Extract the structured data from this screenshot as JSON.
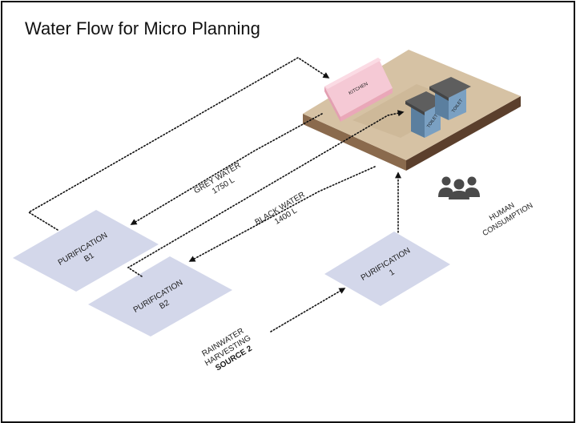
{
  "title": "Water Flow for Micro Planning",
  "labels": {
    "kitchen": "KITCHEN",
    "toilet_1": "TOILET",
    "toilet_2": "TOILET",
    "grey_water": "GREY WATER",
    "grey_volume": "1750 L",
    "black_water": "BLACK WATER",
    "black_volume": "1400 L",
    "human": "HUMAN",
    "consumption": "CONSUMPTION",
    "pur_b1_line1": "PURIFICATION",
    "pur_b1_line2": "B1",
    "pur_b2_line1": "PURIFICATION",
    "pur_b2_line2": "B2",
    "pur_1_line1": "PURIFICATION",
    "pur_1_line2": "1",
    "rain_line1": "RAINWATER",
    "rain_line2": "HARVESTING",
    "rain_line3": "SOURCE 2"
  },
  "colors": {
    "purification_fill": "#d3d7ea",
    "platform_top": "#d6c2a4",
    "platform_side_dark": "#5b3f2c",
    "platform_side_mid": "#8a6a4d",
    "kitchen": "#f3b9c8",
    "toilet": "#6b8fb0",
    "roof": "#5f5f5f",
    "people": "#4a4a4a"
  },
  "icons": [
    "people-icon",
    "arrow-head-icon"
  ]
}
